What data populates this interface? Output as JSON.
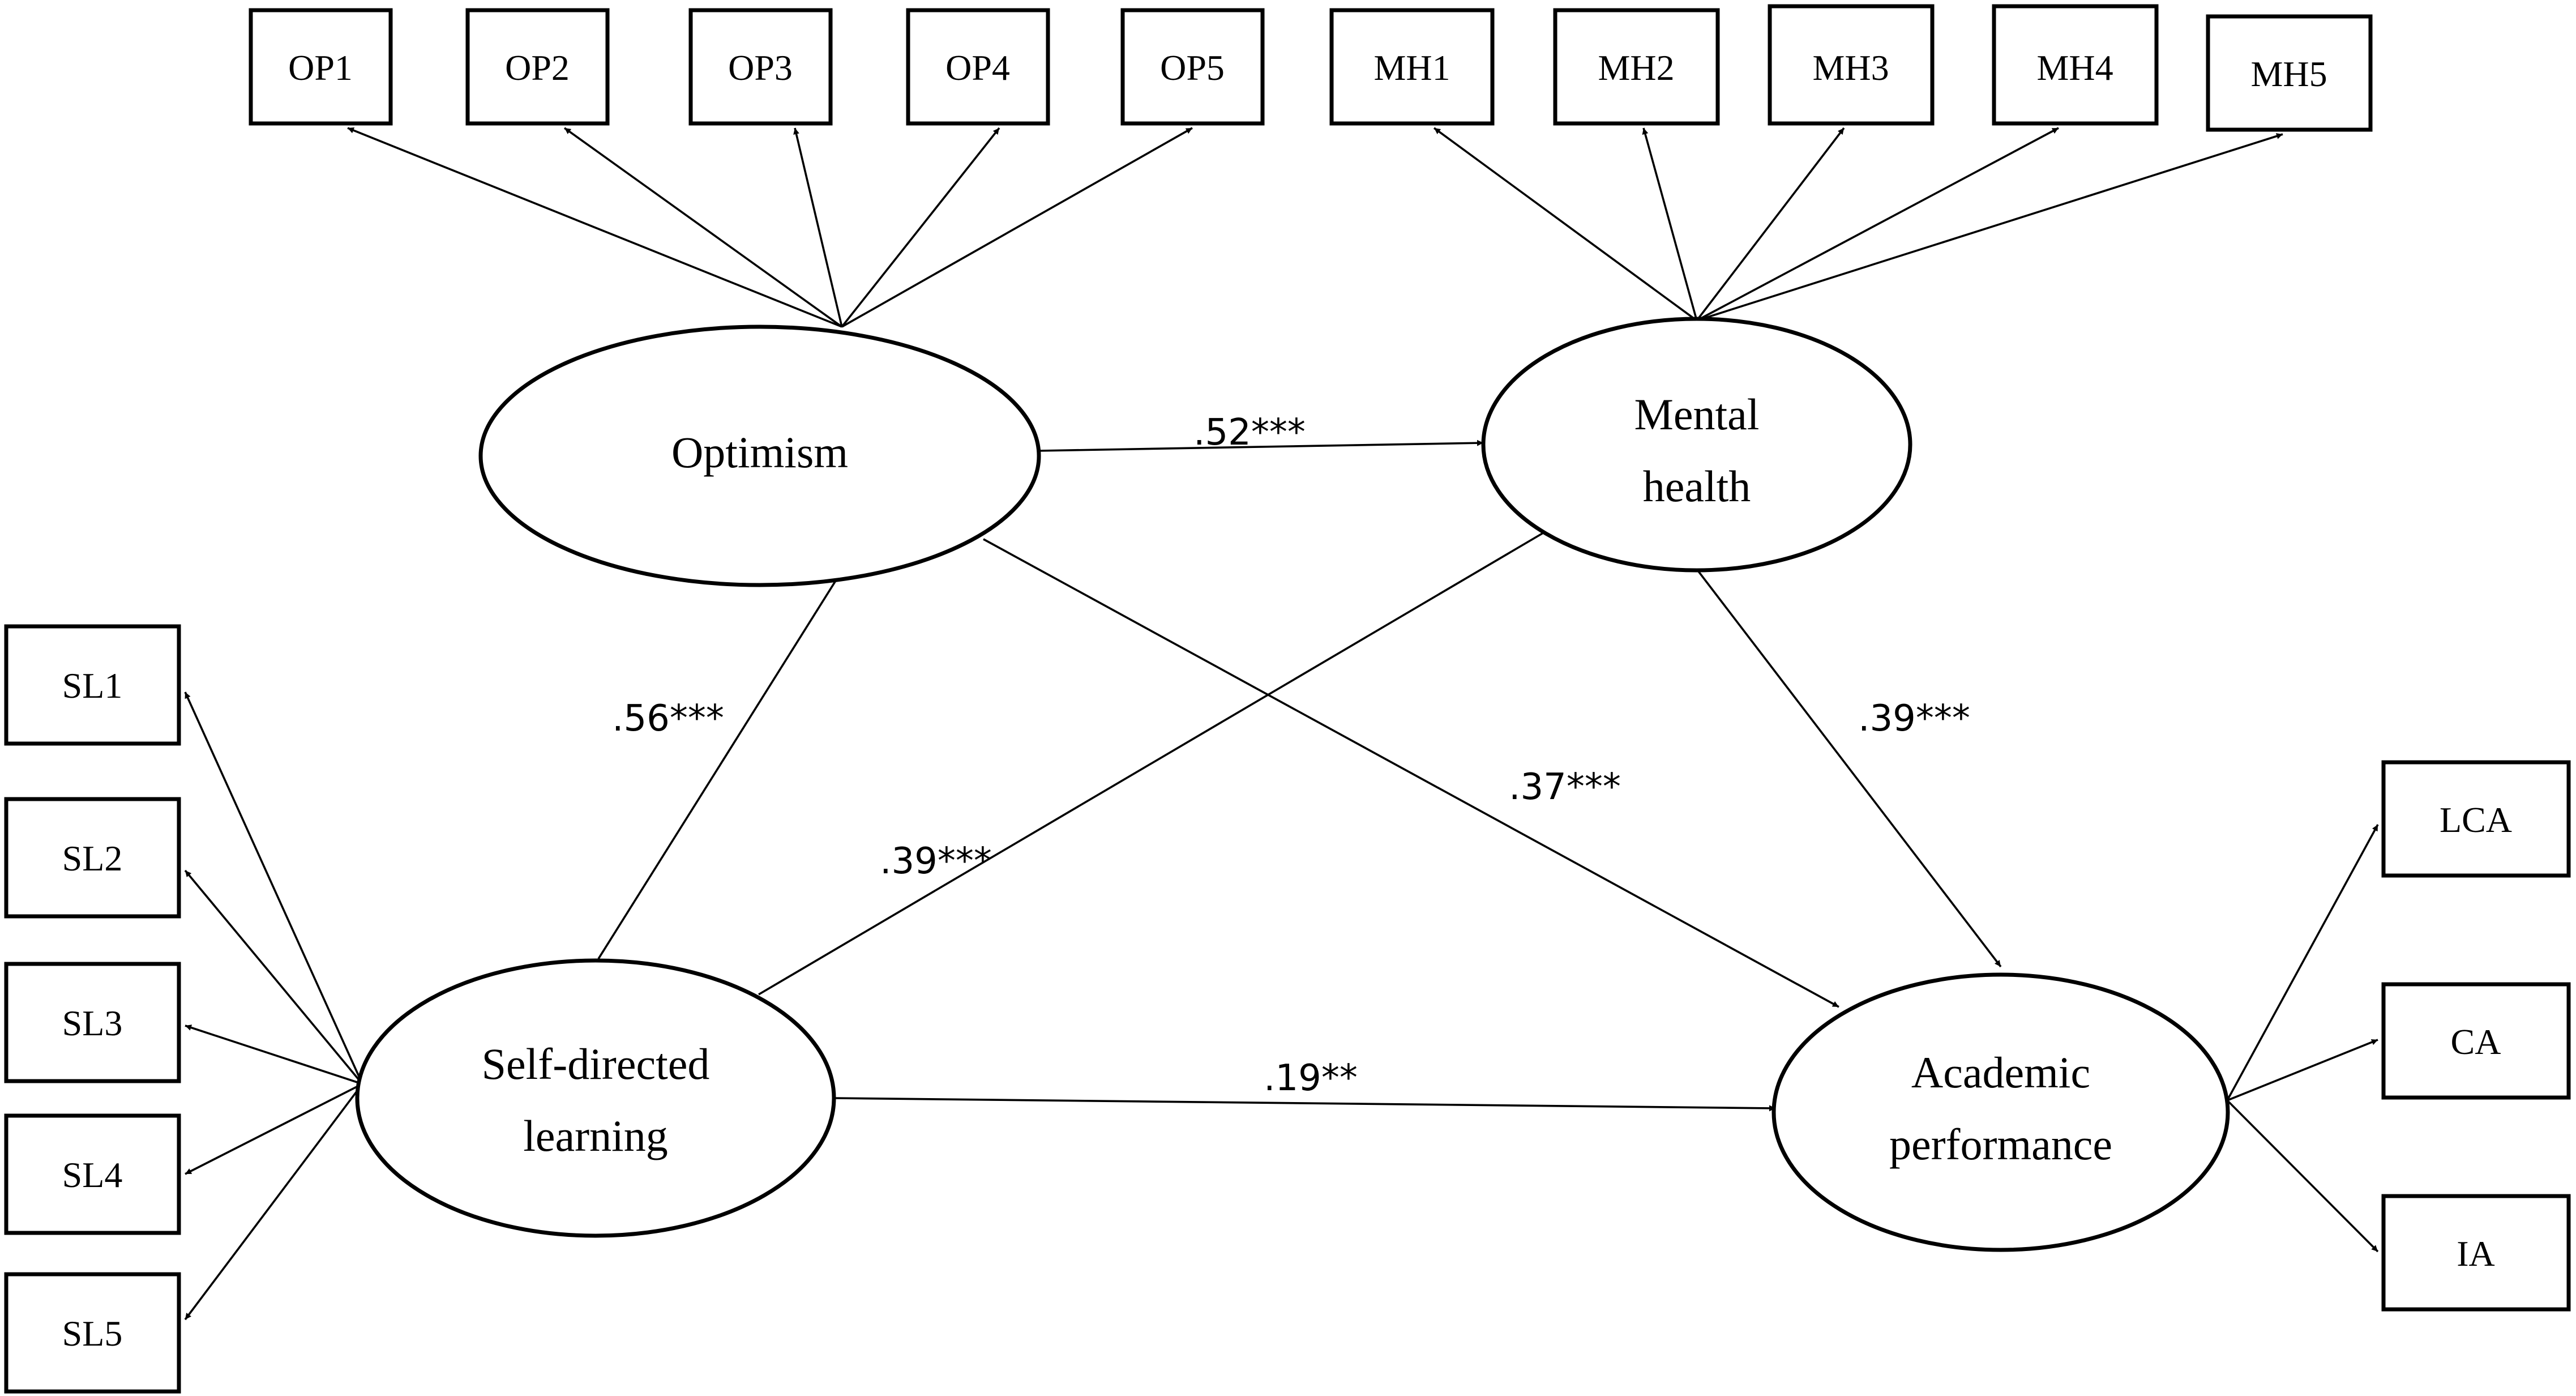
{
  "diagram": {
    "latent_variables": {
      "optimism": {
        "lines": [
          "Optimism"
        ]
      },
      "mental_health": {
        "lines": [
          "Mental",
          "health"
        ]
      },
      "self_directed_learning": {
        "lines": [
          "Self-directed",
          "learning"
        ]
      },
      "academic_performance": {
        "lines": [
          "Academic",
          "performance"
        ]
      }
    },
    "indicators": {
      "optimism": [
        "OP1",
        "OP2",
        "OP3",
        "OP4",
        "OP5"
      ],
      "mental_health": [
        "MH1",
        "MH2",
        "MH3",
        "MH4",
        "MH5"
      ],
      "self_directed_learning": [
        "SL1",
        "SL2",
        "SL3",
        "SL4",
        "SL5"
      ],
      "academic_performance": [
        "LCA",
        "CA",
        "IA"
      ]
    },
    "structural_paths": [
      {
        "id": "op_mh",
        "from": "Optimism",
        "to": "Mental health",
        "coefficient": ".52***"
      },
      {
        "id": "sdl_op",
        "from": "Self-directed learning",
        "to": "Optimism",
        "coefficient": ".56***"
      },
      {
        "id": "sdl_mh",
        "from": "Self-directed learning",
        "to": "Mental health",
        "coefficient": ".39***"
      },
      {
        "id": "op_ap",
        "from": "Optimism",
        "to": "Academic performance",
        "coefficient": ".37***"
      },
      {
        "id": "mh_ap",
        "from": "Mental health",
        "to": "Academic performance",
        "coefficient": ".39***"
      },
      {
        "id": "sdl_ap",
        "from": "Self-directed learning",
        "to": "Academic performance",
        "coefficient": ".19**"
      }
    ]
  }
}
